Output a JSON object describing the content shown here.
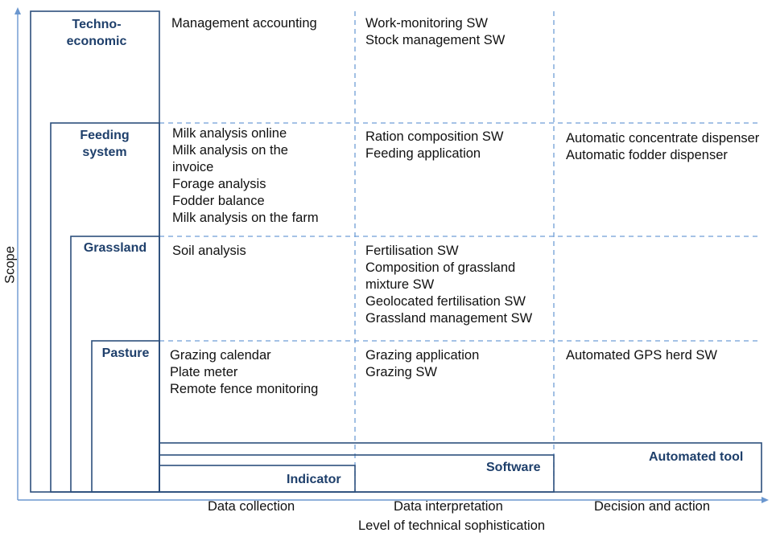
{
  "colors": {
    "box_stroke": "#2c4f7c",
    "axis": "#6b97cf",
    "dashed": "#6f9ed6",
    "title_text": "#1e3f6b",
    "body_text": "#111111"
  },
  "axes": {
    "y_label": "Scope",
    "x_label": "Level of technical sophistication",
    "columns": [
      "Data collection",
      "Data interpretation",
      "Decision and action"
    ]
  },
  "scopes": {
    "techno_economic": "Techno-\neconomic",
    "feeding_system": "Feeding\nsystem",
    "grassland": "Grassland",
    "pasture": "Pasture"
  },
  "tools": {
    "indicator": "Indicator",
    "software": "Software",
    "automated_tool": "Automated tool"
  },
  "cells": {
    "techno_collect": [
      "Management accounting"
    ],
    "techno_interp": [
      "Work-monitoring SW",
      "Stock management SW"
    ],
    "feeding_collect": [
      "Milk analysis online",
      "Milk analysis on the",
      "invoice",
      "Forage analysis",
      "Fodder balance",
      "Milk analysis on the farm"
    ],
    "feeding_interp": [
      "Ration composition SW",
      "Feeding application"
    ],
    "feeding_action": [
      "Automatic concentrate dispenser",
      "Automatic fodder dispenser"
    ],
    "grassland_collect": [
      "Soil analysis"
    ],
    "grassland_interp": [
      "Fertilisation SW",
      "Composition of grassland",
      "mixture SW",
      "Geolocated fertilisation SW",
      "Grassland management SW"
    ],
    "pasture_collect": [
      "Grazing calendar",
      "Plate meter",
      "Remote fence monitoring"
    ],
    "pasture_interp": [
      "Grazing application",
      "Grazing SW"
    ],
    "pasture_action": [
      "Automated GPS herd SW"
    ]
  }
}
